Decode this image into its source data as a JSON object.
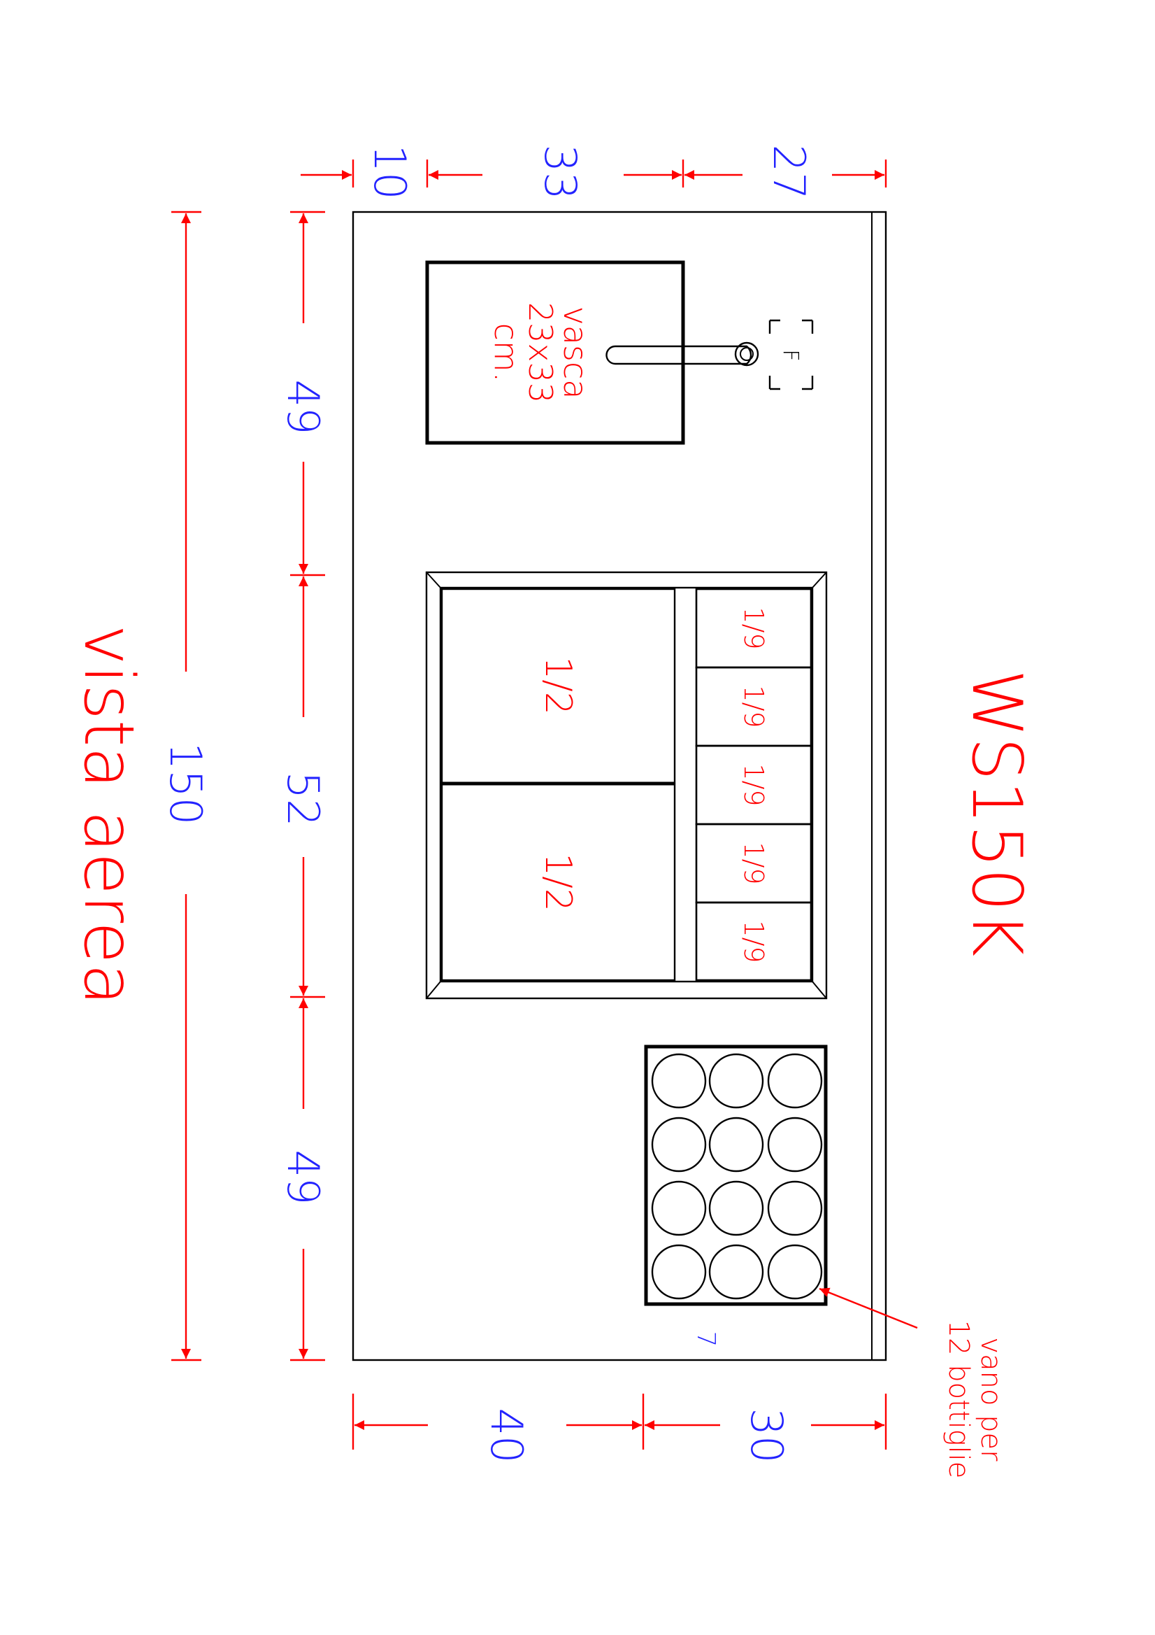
{
  "drawing": {
    "model": "WS150K",
    "view_label": "vista aerea",
    "sink_label": [
      "vasca",
      "23x33",
      "cm."
    ],
    "faucet_label": "F",
    "pans_half": [
      "1/2",
      "1/2"
    ],
    "pans_ninth": [
      "1/9",
      "1/9",
      "1/9",
      "1/9",
      "1/9"
    ],
    "bottle_label": [
      "vano per",
      "12 bottiglie"
    ],
    "bottle_count": 12,
    "small_mark": "7"
  },
  "dimensions": {
    "depth_top": [
      "10",
      "33",
      "27"
    ],
    "depth_bottom": [
      "40",
      "30"
    ],
    "length_segments": [
      "49",
      "52",
      "49"
    ],
    "total_length": "150"
  },
  "colors": {
    "dimension_line": "#ff0000",
    "dimension_text": "#2323ff",
    "annotation_text": "#ff0000",
    "outline": "#000000"
  }
}
